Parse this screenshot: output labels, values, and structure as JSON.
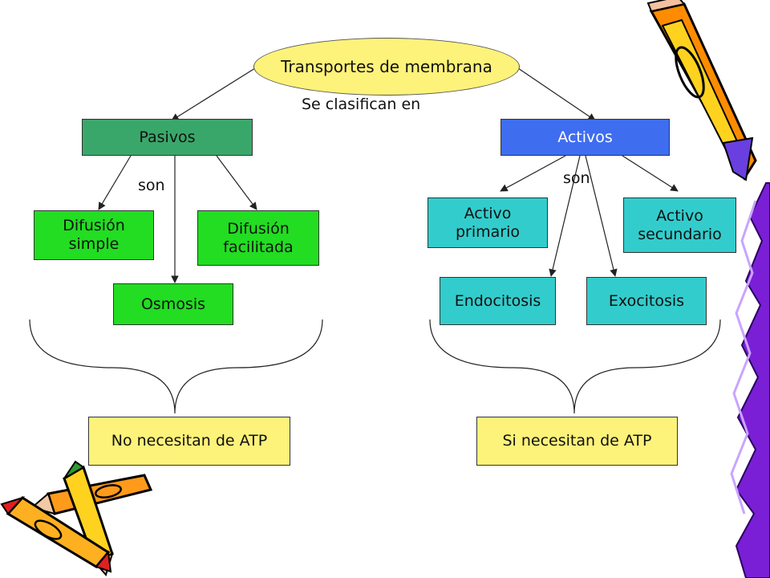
{
  "diagram": {
    "title": "Transportes de membrana",
    "connector_label": "Se clasifican en",
    "son_left": "son",
    "son_right": "son",
    "pasivos": "Pasivos",
    "activos": "Activos",
    "difusion_simple": "Difusión\nsimple",
    "difusion_facilitada": "Difusión\nfacilitada",
    "osmosis": "Osmosis",
    "activo_primario": "Activo\nprimario",
    "activo_secundario": "Activo\nsecundario",
    "endocitosis": "Endocitosis",
    "exocitosis": "Exocitosis",
    "no_atp": "No necesitan de ATP",
    "si_atp": "Si necesitan de ATP"
  },
  "colors": {
    "title_fill": "#fdf27a",
    "pasivos_fill": "#3aa76a",
    "activos_fill": "#3f6df0",
    "green_fill": "#22dd22",
    "cyan_fill": "#33cccc",
    "yellow_fill": "#fdf27a"
  },
  "decorations": [
    "pencil-clipart-top-right",
    "pencil-clipart-bottom-left",
    "purple-zigzag-border-right"
  ]
}
